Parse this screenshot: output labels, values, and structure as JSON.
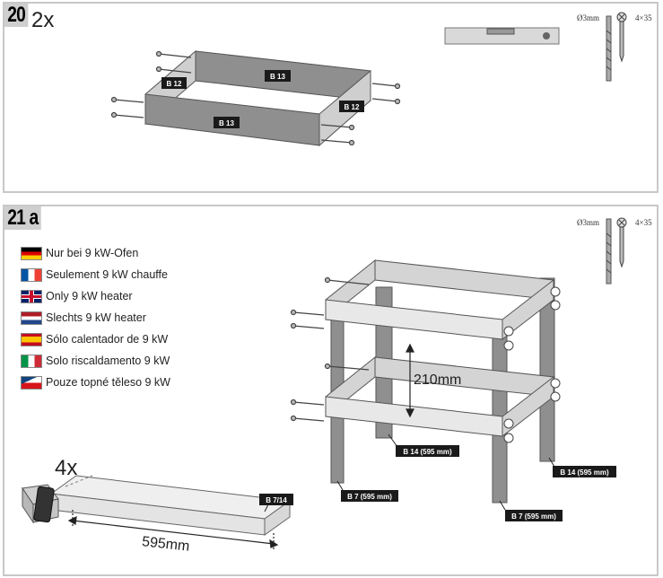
{
  "step20": {
    "number": "20",
    "quantity": "2x",
    "parts": {
      "side_long": "B 13",
      "side_short": "B 12"
    },
    "hardware": {
      "drill_size": "Ø3mm",
      "screw_size": "4×35"
    }
  },
  "step21a": {
    "number": "21 a",
    "quantity": "4x",
    "notes": [
      {
        "lang": "de",
        "flag": "flag-germany",
        "text": "Nur bei 9 kW-Ofen"
      },
      {
        "lang": "fr",
        "flag": "flag-france",
        "text": "Seulement 9 kW chauffe"
      },
      {
        "lang": "en",
        "flag": "flag-uk",
        "text": "Only 9 kW heater"
      },
      {
        "lang": "nl",
        "flag": "flag-netherlands",
        "text": "Slechts 9 kW heater"
      },
      {
        "lang": "es",
        "flag": "flag-spain",
        "text": "Sólo calentador de 9 kW"
      },
      {
        "lang": "it",
        "flag": "flag-italy",
        "text": "Solo riscaldamento 9 kW"
      },
      {
        "lang": "cs",
        "flag": "flag-czech",
        "text": "Pouze topné těleso 9 kW"
      }
    ],
    "hardware": {
      "drill_size": "Ø3mm",
      "screw_size": "4×35"
    },
    "dimensions": {
      "height_gap": "210mm",
      "leg_length": "595mm"
    },
    "parts": {
      "leg_piece": "B 7/14",
      "leg_b14_rear": "B 14 (595 mm)",
      "leg_b14_right": "B 14 (595 mm)",
      "leg_b7_left": "B 7 (595 mm)",
      "leg_b7_front": "B 7 (595 mm)"
    }
  }
}
